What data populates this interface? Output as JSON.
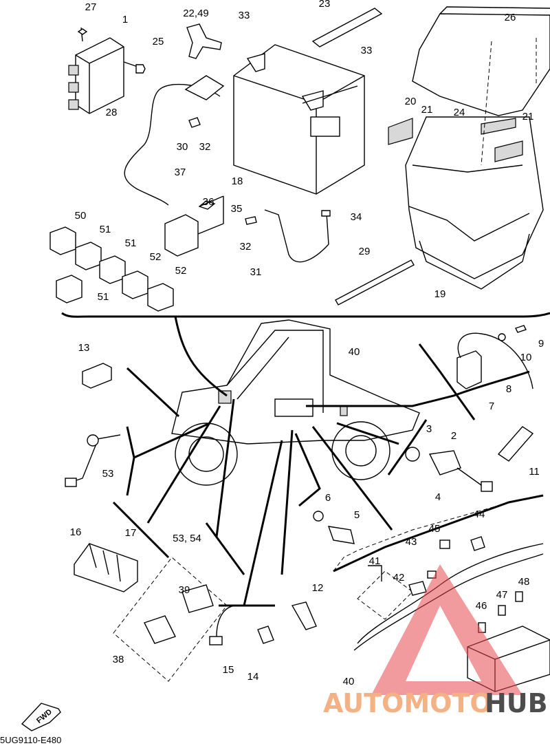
{
  "diagram_code": "5UG9110-E480",
  "fwd_label": "FWD",
  "watermark": {
    "part1": "AUTOMOTO",
    "part2": "HUB",
    "color1": "#f4b183",
    "color2": "#4d4d4d",
    "logo_color": "#e8494e"
  },
  "callouts": [
    {
      "id": "27",
      "label": "27"
    },
    {
      "id": "1",
      "label": "1"
    },
    {
      "id": "25",
      "label": "25"
    },
    {
      "id": "22_49",
      "label": "22,49"
    },
    {
      "id": "33a",
      "label": "33"
    },
    {
      "id": "23",
      "label": "23"
    },
    {
      "id": "33b",
      "label": "33"
    },
    {
      "id": "26",
      "label": "26"
    },
    {
      "id": "28",
      "label": "28"
    },
    {
      "id": "32a",
      "label": "32"
    },
    {
      "id": "30",
      "label": "30"
    },
    {
      "id": "18",
      "label": "18"
    },
    {
      "id": "20",
      "label": "20"
    },
    {
      "id": "21a",
      "label": "21"
    },
    {
      "id": "24",
      "label": "24"
    },
    {
      "id": "21b",
      "label": "21"
    },
    {
      "id": "37",
      "label": "37"
    },
    {
      "id": "36",
      "label": "36"
    },
    {
      "id": "35",
      "label": "35"
    },
    {
      "id": "50",
      "label": "50"
    },
    {
      "id": "51a",
      "label": "51"
    },
    {
      "id": "51b",
      "label": "51"
    },
    {
      "id": "52a",
      "label": "52"
    },
    {
      "id": "52b",
      "label": "52"
    },
    {
      "id": "51c",
      "label": "51"
    },
    {
      "id": "34",
      "label": "34"
    },
    {
      "id": "32b",
      "label": "32"
    },
    {
      "id": "31",
      "label": "31"
    },
    {
      "id": "29",
      "label": "29"
    },
    {
      "id": "19",
      "label": "19"
    },
    {
      "id": "13",
      "label": "13"
    },
    {
      "id": "40a",
      "label": "40"
    },
    {
      "id": "9",
      "label": "9"
    },
    {
      "id": "10",
      "label": "10"
    },
    {
      "id": "8",
      "label": "8"
    },
    {
      "id": "7",
      "label": "7"
    },
    {
      "id": "53a",
      "label": "53"
    },
    {
      "id": "3",
      "label": "3"
    },
    {
      "id": "2",
      "label": "2"
    },
    {
      "id": "11",
      "label": "11"
    },
    {
      "id": "4",
      "label": "4"
    },
    {
      "id": "6",
      "label": "6"
    },
    {
      "id": "5",
      "label": "5"
    },
    {
      "id": "44",
      "label": "44"
    },
    {
      "id": "16",
      "label": "16"
    },
    {
      "id": "17",
      "label": "17"
    },
    {
      "id": "53_54",
      "label": "53, 54"
    },
    {
      "id": "45",
      "label": "45"
    },
    {
      "id": "43",
      "label": "43"
    },
    {
      "id": "41",
      "label": "41"
    },
    {
      "id": "42",
      "label": "42"
    },
    {
      "id": "39",
      "label": "39"
    },
    {
      "id": "12",
      "label": "12"
    },
    {
      "id": "47",
      "label": "47"
    },
    {
      "id": "48",
      "label": "48"
    },
    {
      "id": "46",
      "label": "46"
    },
    {
      "id": "38",
      "label": "38"
    },
    {
      "id": "15",
      "label": "15"
    },
    {
      "id": "14",
      "label": "14"
    },
    {
      "id": "40b",
      "label": "40"
    }
  ]
}
